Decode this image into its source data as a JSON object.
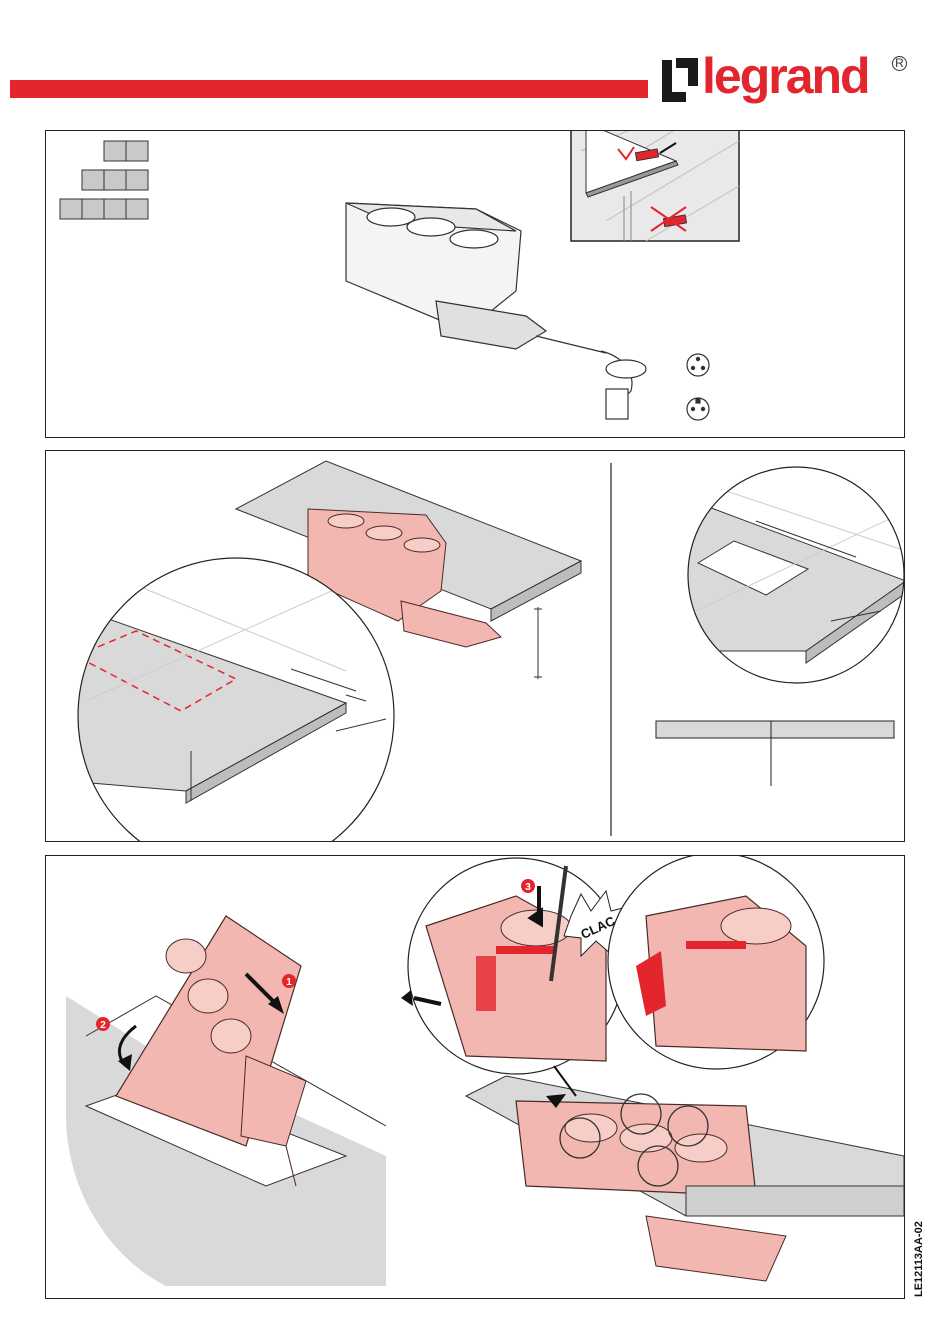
{
  "brand": {
    "name": "legrand",
    "registered_mark": "R",
    "color": "#e3262e"
  },
  "document": {
    "reference": "LE12113AA-02"
  },
  "panel3": {
    "step_1": "1",
    "step_2": "2",
    "step_3": "3",
    "sound": "CLAC"
  },
  "colors": {
    "product_fill": "#f2b7b0",
    "product_stroke": "#4a2a28",
    "accent_red": "#e3262e",
    "surface_grey": "#d9d9d9",
    "outline": "#222222"
  }
}
